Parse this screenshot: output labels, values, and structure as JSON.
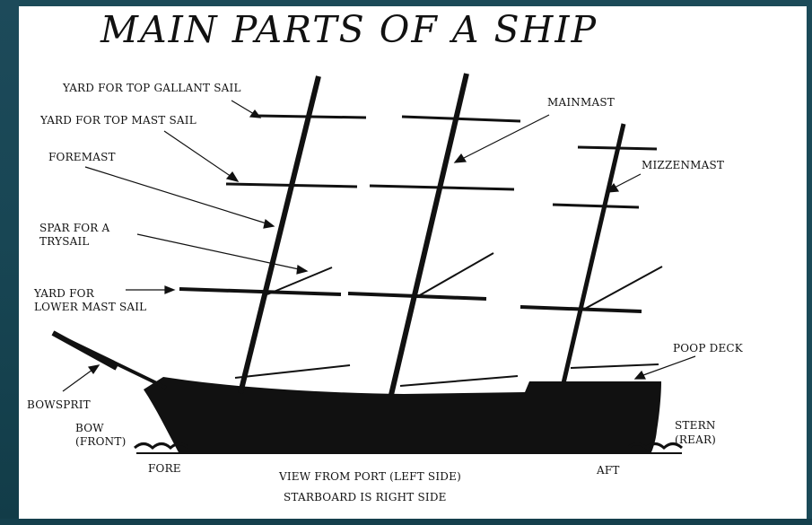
{
  "title": "MAIN PARTS OF A SHIP",
  "labels": {
    "yard_top_gallant": "YARD FOR TOP GALLANT SAIL",
    "yard_top_mast": "YARD FOR TOP MAST SAIL",
    "foremast": "FOREMAST",
    "spar_line1": "SPAR FOR A",
    "spar_line2": "TRYSAIL",
    "yard_lower_line1": "YARD FOR",
    "yard_lower_line2": "LOWER MAST SAIL",
    "bowsprit": "BOWSPRIT",
    "bow_line1": "BOW",
    "bow_line2": "(FRONT)",
    "mainmast": "MAINMAST",
    "mizzenmast": "MIZZENMAST",
    "poop_deck": "POOP DECK",
    "stern_line1": "STERN",
    "stern_line2": "(REAR)",
    "fore": "FORE",
    "aft": "AFT"
  },
  "captions": {
    "view": "VIEW FROM PORT (LEFT SIDE)",
    "starboard": "STARBOARD IS RIGHT SIDE"
  },
  "colors": {
    "ink": "#111111",
    "background": "#ffffff",
    "frame": "#1b4a58"
  }
}
